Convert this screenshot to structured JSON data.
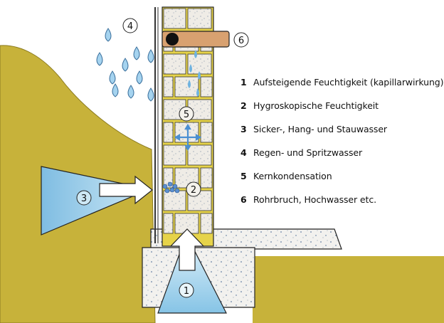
{
  "legend": {
    "items": [
      {
        "num": "1",
        "text": "Aufsteigende Feuchtigkeit (kapillarwirkung)"
      },
      {
        "num": "2",
        "text": "Hygroskopische Feuchtigkeit"
      },
      {
        "num": "3",
        "text": "Sicker-, Hang- und Stauwasser"
      },
      {
        "num": "4",
        "text": "Regen- und Spritzwasser"
      },
      {
        "num": "5",
        "text": "Kernkondensation"
      },
      {
        "num": "6",
        "text": "Rohrbruch, Hochwasser etc."
      }
    ]
  },
  "markers": {
    "m1": "1",
    "m2": "2",
    "m3": "3",
    "m4": "4",
    "m5": "5",
    "m6": "6"
  },
  "colors": {
    "soil": "#c9b43a",
    "brick": "#efe9e0",
    "mortar": "#e8d64a",
    "water": "#9fd0ea",
    "concrete": "#f1f0ec",
    "pipe": "#d9a473"
  }
}
